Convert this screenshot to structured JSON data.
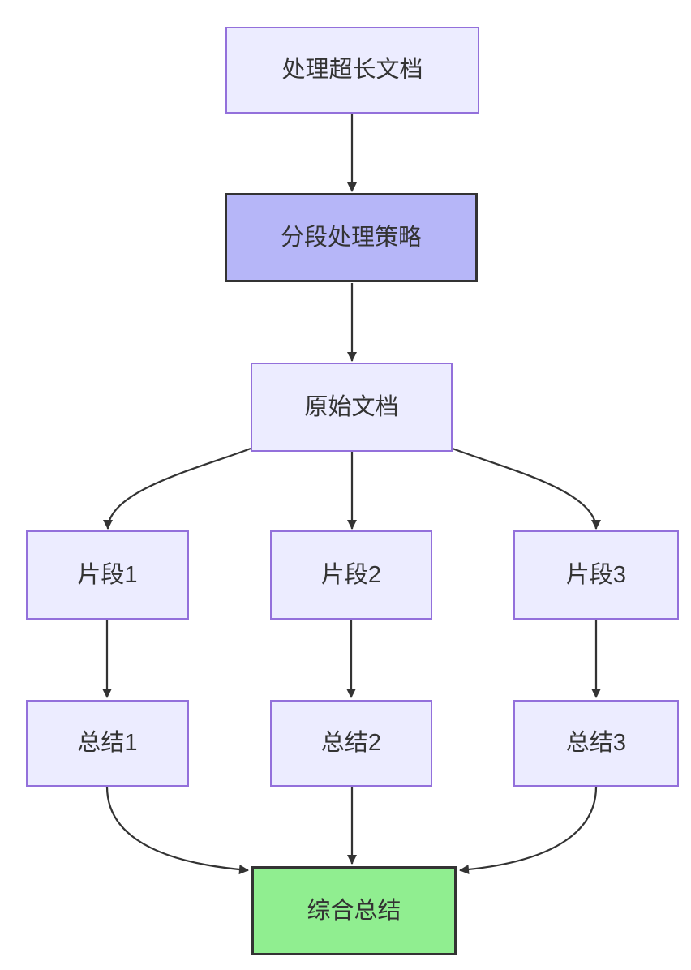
{
  "diagram": {
    "type": "flowchart",
    "direction": "top-down",
    "nodes": [
      {
        "id": "process_long_document",
        "label": "处理超长文档",
        "style": "default"
      },
      {
        "id": "segmentation_strategy",
        "label": "分段处理策略",
        "style": "emphasis"
      },
      {
        "id": "original_document",
        "label": "原始文档",
        "style": "default"
      },
      {
        "id": "fragment_1",
        "label": "片段1",
        "style": "default"
      },
      {
        "id": "fragment_2",
        "label": "片段2",
        "style": "default"
      },
      {
        "id": "fragment_3",
        "label": "片段3",
        "style": "default"
      },
      {
        "id": "summary_1",
        "label": "总结1",
        "style": "default"
      },
      {
        "id": "summary_2",
        "label": "总结2",
        "style": "default"
      },
      {
        "id": "summary_3",
        "label": "总结3",
        "style": "default"
      },
      {
        "id": "final_summary",
        "label": "综合总结",
        "style": "success"
      }
    ],
    "edges": [
      {
        "from": "process_long_document",
        "to": "segmentation_strategy"
      },
      {
        "from": "segmentation_strategy",
        "to": "original_document"
      },
      {
        "from": "original_document",
        "to": "fragment_1"
      },
      {
        "from": "original_document",
        "to": "fragment_2"
      },
      {
        "from": "original_document",
        "to": "fragment_3"
      },
      {
        "from": "fragment_1",
        "to": "summary_1"
      },
      {
        "from": "fragment_2",
        "to": "summary_2"
      },
      {
        "from": "fragment_3",
        "to": "summary_3"
      },
      {
        "from": "summary_1",
        "to": "final_summary"
      },
      {
        "from": "summary_2",
        "to": "final_summary"
      },
      {
        "from": "summary_3",
        "to": "final_summary"
      }
    ],
    "colors": {
      "node_fill": "#ECECFF",
      "node_border": "#9370DB",
      "emphasis_fill": "#B6B6F8",
      "emphasis_border": "#333333",
      "success_fill": "#90EE90",
      "success_border": "#333333",
      "edge_color": "#333333",
      "text_color": "#333333",
      "background": "#FFFFFF"
    }
  }
}
